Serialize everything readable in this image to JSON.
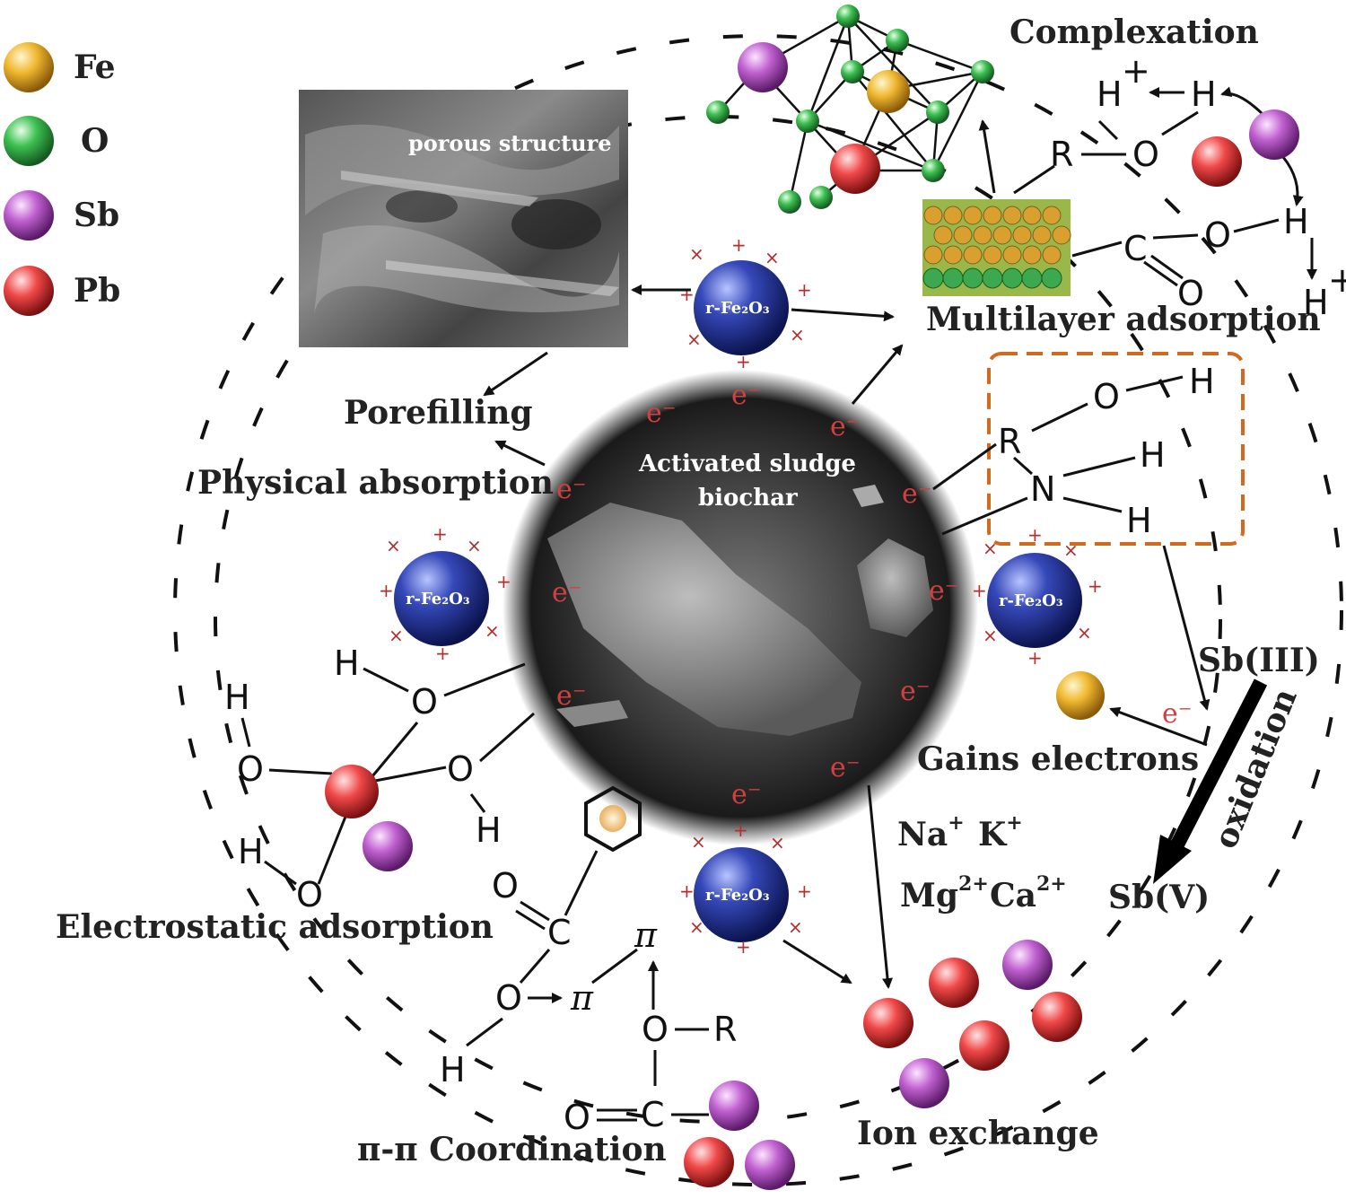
{
  "legend": [
    {
      "symbol": "Fe",
      "color": "#e0a020"
    },
    {
      "symbol": "O",
      "color": "#2ea84a"
    },
    {
      "symbol": "Sb",
      "color": "#b048c0"
    },
    {
      "symbol": "Pb",
      "color": "#e83a3a"
    }
  ],
  "labels": {
    "porous_structure": "porous structure",
    "complexation": "Complexation",
    "multilayer_adsorption": "Multilayer adsorption",
    "porefilling": "Porefilling",
    "physical_absorption": "Physical absorption",
    "biochar_line1": "Activated sludge",
    "biochar_line2": "biochar",
    "electrostatic_adsorption": "Electrostatic adsorption",
    "pi_coordination": "π-π Coordination",
    "ion_exchange": "Ion exchange",
    "gains_electrons": "Gains electrons",
    "oxidation": "oxidation",
    "sb3": "Sb(III)",
    "sb5": "Sb(V)",
    "fe2o3": "r-Fe₂O₃",
    "electron": "e⁻"
  },
  "ions": {
    "na": "Na",
    "na_charge": "+",
    "k": "K",
    "k_charge": "+",
    "mg": "Mg",
    "mg_charge": "2+",
    "ca": "Ca",
    "ca_charge": "2+"
  },
  "colors": {
    "fe": "#e0a020",
    "o": "#2ea84a",
    "sb": "#b048c0",
    "pb": "#e83a3a",
    "fe2o3_sphere": "#2a3a9a",
    "dashed_box": "#d2691e"
  }
}
